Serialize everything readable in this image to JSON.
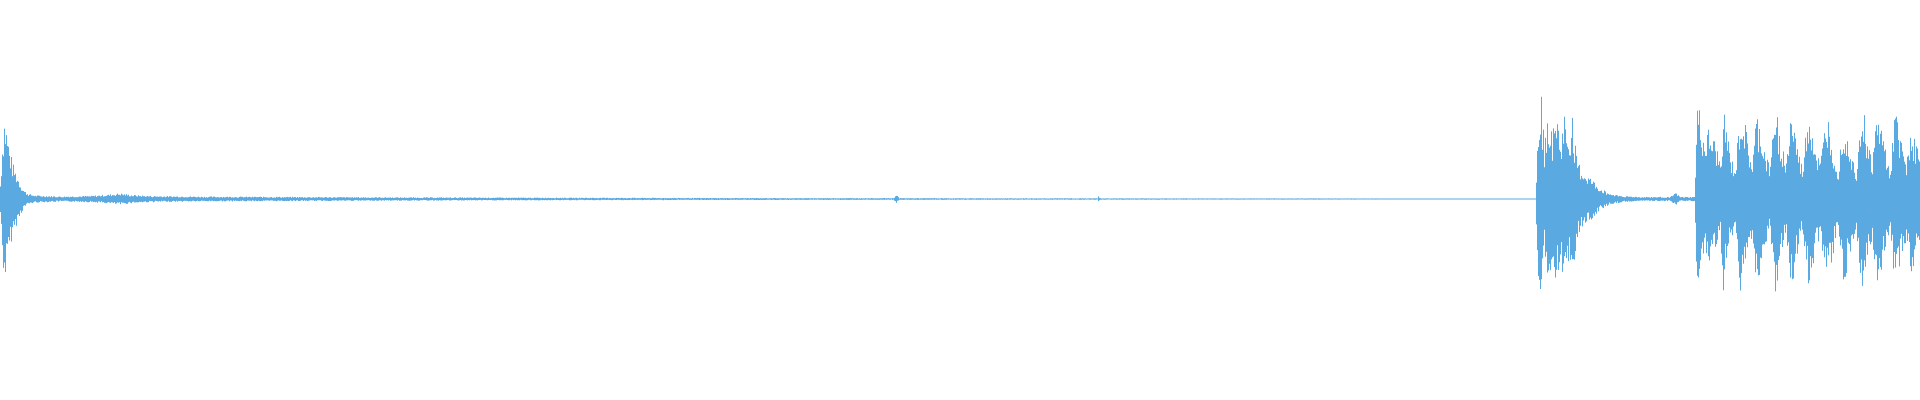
{
  "waveform": {
    "color": "#5aa9e1",
    "background": "#ffffff",
    "envelope": [
      [
        0,
        0.15
      ],
      [
        2,
        0.55
      ],
      [
        4,
        0.8
      ],
      [
        6,
        0.7
      ],
      [
        9,
        0.5
      ],
      [
        12,
        0.35
      ],
      [
        16,
        0.25
      ],
      [
        20,
        0.15
      ],
      [
        24,
        0.08
      ],
      [
        28,
        0.05
      ],
      [
        35,
        0.035
      ],
      [
        60,
        0.025
      ],
      [
        90,
        0.03
      ],
      [
        110,
        0.045
      ],
      [
        120,
        0.055
      ],
      [
        130,
        0.04
      ],
      [
        150,
        0.03
      ],
      [
        200,
        0.024
      ],
      [
        300,
        0.02
      ],
      [
        400,
        0.016
      ],
      [
        500,
        0.014
      ],
      [
        600,
        0.012
      ],
      [
        700,
        0.01
      ],
      [
        800,
        0.009
      ],
      [
        893,
        0.009
      ],
      [
        896,
        0.04
      ],
      [
        899,
        0.009
      ],
      [
        1000,
        0.007
      ],
      [
        1097,
        0.007
      ],
      [
        1098,
        0.025
      ],
      [
        1100,
        0.007
      ],
      [
        1200,
        0.006
      ],
      [
        1300,
        0.006
      ],
      [
        1400,
        0.005
      ],
      [
        1500,
        0.005
      ],
      [
        1535,
        0.004
      ],
      [
        1538,
        0.8
      ],
      [
        1541,
        0.95
      ],
      [
        1544,
        0.5
      ],
      [
        1548,
        0.9
      ],
      [
        1552,
        0.6
      ],
      [
        1556,
        0.85
      ],
      [
        1560,
        0.55
      ],
      [
        1564,
        0.8
      ],
      [
        1568,
        0.6
      ],
      [
        1572,
        0.78
      ],
      [
        1576,
        0.4
      ],
      [
        1580,
        0.3
      ],
      [
        1584,
        0.25
      ],
      [
        1590,
        0.2
      ],
      [
        1600,
        0.1
      ],
      [
        1610,
        0.05
      ],
      [
        1622,
        0.03
      ],
      [
        1640,
        0.02
      ],
      [
        1670,
        0.02
      ],
      [
        1675,
        0.06
      ],
      [
        1680,
        0.02
      ],
      [
        1694,
        0.02
      ],
      [
        1697,
        0.9
      ],
      [
        1700,
        0.8
      ],
      [
        1704,
        0.55
      ],
      [
        1708,
        0.65
      ],
      [
        1712,
        0.6
      ],
      [
        1716,
        0.5
      ],
      [
        1720,
        0.35
      ],
      [
        1723,
        0.85
      ],
      [
        1726,
        0.7
      ],
      [
        1730,
        0.4
      ],
      [
        1735,
        0.3
      ],
      [
        1740,
        0.85
      ],
      [
        1744,
        0.75
      ],
      [
        1748,
        0.5
      ],
      [
        1752,
        0.35
      ],
      [
        1756,
        0.8
      ],
      [
        1760,
        0.7
      ],
      [
        1765,
        0.45
      ],
      [
        1770,
        0.3
      ],
      [
        1774,
        0.9
      ],
      [
        1778,
        0.75
      ],
      [
        1782,
        0.5
      ],
      [
        1786,
        0.35
      ],
      [
        1790,
        0.85
      ],
      [
        1794,
        0.7
      ],
      [
        1798,
        0.45
      ],
      [
        1802,
        0.3
      ],
      [
        1808,
        0.88
      ],
      [
        1812,
        0.7
      ],
      [
        1816,
        0.45
      ],
      [
        1820,
        0.35
      ],
      [
        1826,
        0.82
      ],
      [
        1830,
        0.7
      ],
      [
        1834,
        0.45
      ],
      [
        1838,
        0.3
      ],
      [
        1843,
        0.8
      ],
      [
        1847,
        0.65
      ],
      [
        1852,
        0.4
      ],
      [
        1856,
        0.3
      ],
      [
        1860,
        0.85
      ],
      [
        1864,
        0.8
      ],
      [
        1868,
        0.5
      ],
      [
        1872,
        0.4
      ],
      [
        1877,
        0.85
      ],
      [
        1881,
        0.7
      ],
      [
        1886,
        0.45
      ],
      [
        1890,
        0.3
      ],
      [
        1894,
        0.82
      ],
      [
        1898,
        0.75
      ],
      [
        1902,
        0.5
      ],
      [
        1906,
        0.4
      ],
      [
        1911,
        0.7
      ],
      [
        1915,
        0.55
      ],
      [
        1920,
        0.4
      ]
    ]
  }
}
